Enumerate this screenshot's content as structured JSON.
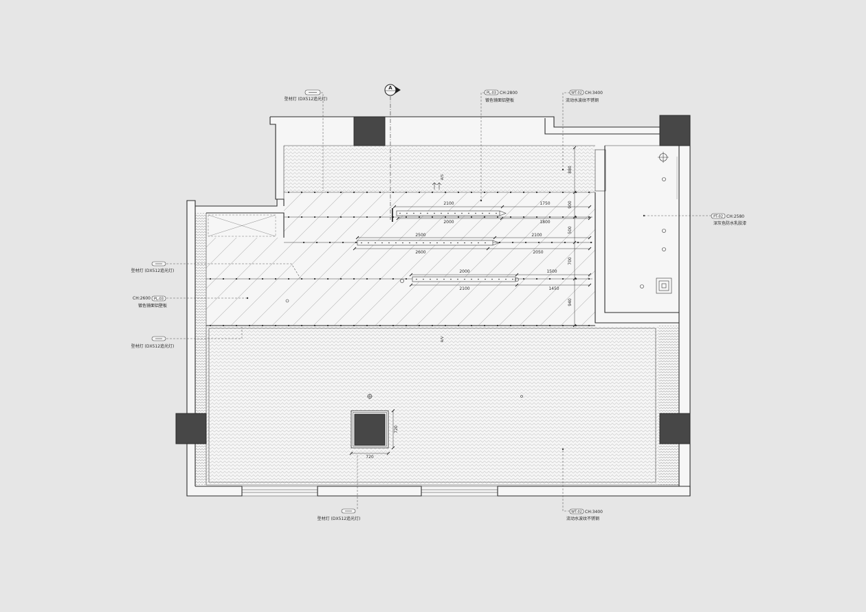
{
  "labels": {
    "top_light": {
      "text": "型材灯 (DX512追光灯)"
    },
    "top_pl": {
      "code": "PL-03",
      "ch": "CH:2800",
      "text": "镀色镜面铝壁板"
    },
    "top_wt": {
      "code": "WT-02",
      "ch": "CH:3400",
      "text": "流动水波纹不锈钢"
    },
    "right_pt": {
      "code": "PT-02",
      "ch": "CH:2580",
      "text": "深灰色防水乳胶漆"
    },
    "left_light_1": {
      "text": "型材灯 (DX512追光灯)"
    },
    "left_pl": {
      "code": "PL-03",
      "ch": "CH:2600",
      "text": "镀色镜面铝壁板"
    },
    "left_light_2": {
      "text": "型材灯 (DX512追光灯)"
    },
    "bottom_light": {
      "text": "型材灯 (DX512追光灯)"
    },
    "bottom_wt": {
      "code": "WT-02",
      "ch": "CH:3400",
      "text": "流动水波纹不锈钢"
    }
  },
  "section": {
    "marker": "A",
    "tags": [
      "A/S",
      "A/V"
    ]
  },
  "dimensions": {
    "row_1": [
      "2100",
      "1750"
    ],
    "row_2": [
      "2000",
      "1800"
    ],
    "row_3": [
      "2500",
      "2100"
    ],
    "row_4": [
      "2600",
      "2050"
    ],
    "row_5": [
      "2000",
      "1500"
    ],
    "row_6": [
      "2100",
      "1450"
    ],
    "vertical": [
      "880",
      "900",
      "500",
      "700",
      "940"
    ],
    "column": {
      "width": "720",
      "depth": "720"
    }
  },
  "colors": {
    "background": "#e6e6e6",
    "line": "#2b2b2b",
    "column_fill": "#474747"
  }
}
